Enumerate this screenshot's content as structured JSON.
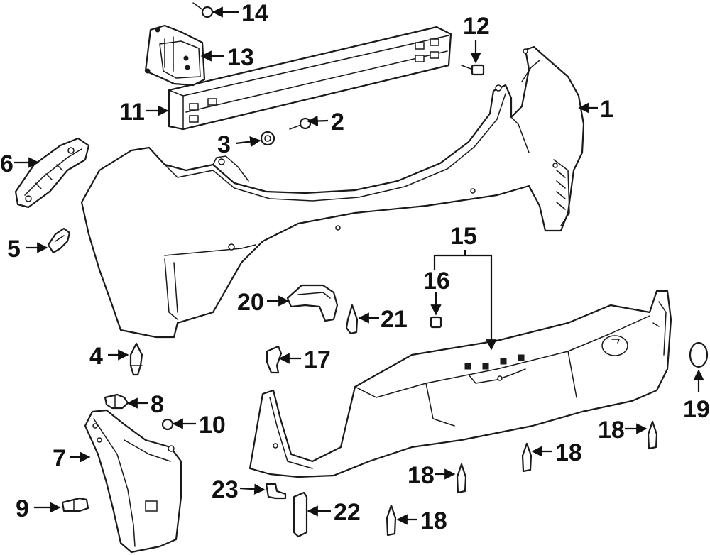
{
  "diagram": {
    "callouts": [
      {
        "id": "c1",
        "label": "1"
      },
      {
        "id": "c2",
        "label": "2"
      },
      {
        "id": "c3",
        "label": "3"
      },
      {
        "id": "c4",
        "label": "4"
      },
      {
        "id": "c5",
        "label": "5"
      },
      {
        "id": "c6",
        "label": "6"
      },
      {
        "id": "c7",
        "label": "7"
      },
      {
        "id": "c8",
        "label": "8"
      },
      {
        "id": "c9",
        "label": "9"
      },
      {
        "id": "c10",
        "label": "10"
      },
      {
        "id": "c11",
        "label": "11"
      },
      {
        "id": "c12",
        "label": "12"
      },
      {
        "id": "c13",
        "label": "13"
      },
      {
        "id": "c14",
        "label": "14"
      },
      {
        "id": "c15",
        "label": "15"
      },
      {
        "id": "c16",
        "label": "16"
      },
      {
        "id": "c17",
        "label": "17"
      },
      {
        "id": "c18a",
        "label": "18"
      },
      {
        "id": "c18b",
        "label": "18"
      },
      {
        "id": "c18c",
        "label": "18"
      },
      {
        "id": "c18d",
        "label": "18"
      },
      {
        "id": "c19",
        "label": "19"
      },
      {
        "id": "c20",
        "label": "20"
      },
      {
        "id": "c21",
        "label": "21"
      },
      {
        "id": "c22",
        "label": "22"
      },
      {
        "id": "c23",
        "label": "23"
      }
    ]
  }
}
